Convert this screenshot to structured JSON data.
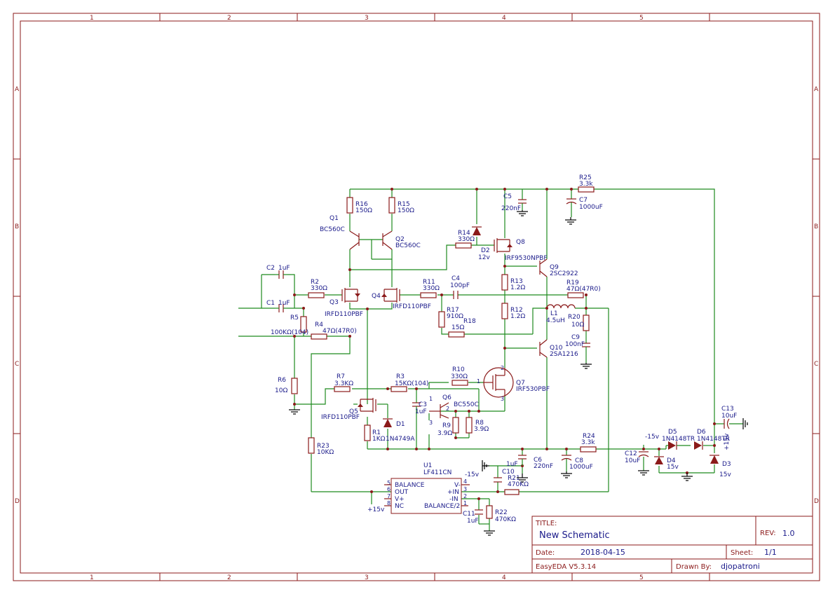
{
  "ruler": {
    "columns": [
      "1",
      "2",
      "3",
      "4",
      "5"
    ],
    "rows": [
      "A",
      "B",
      "C",
      "D"
    ]
  },
  "components": {
    "R25": {
      "ref": "R25",
      "val": "3.3k"
    },
    "C7": {
      "ref": "C7",
      "val": "1000uF"
    },
    "C5": {
      "ref": "C5",
      "val": "220nF"
    },
    "R16": {
      "ref": "R16",
      "val": "150Ω"
    },
    "R15": {
      "ref": "R15",
      "val": "150Ω"
    },
    "Q1": {
      "ref": "Q1",
      "val": "BC560C"
    },
    "Q2": {
      "ref": "Q2",
      "val": "BC560C"
    },
    "R14": {
      "ref": "R14",
      "val": "330Ω"
    },
    "D2": {
      "ref": "D2",
      "val": "12v"
    },
    "Q8": {
      "ref": "Q8",
      "val": "IRF9530NPBF"
    },
    "Q9": {
      "ref": "Q9",
      "val": "2SC2922"
    },
    "C2": {
      "ref": "C2",
      "val": "1uF"
    },
    "C1": {
      "ref": "C1",
      "val": "1uF"
    },
    "R2": {
      "ref": "R2",
      "val": "330Ω"
    },
    "Q3": {
      "ref": "Q3",
      "val": "IRFD110PBF"
    },
    "Q4": {
      "ref": "Q4",
      "val": "IRFD110PBF"
    },
    "R11": {
      "ref": "R11",
      "val": "330Ω"
    },
    "C4": {
      "ref": "C4",
      "val": "100pF"
    },
    "R13": {
      "ref": "R13",
      "val": "1.2Ω"
    },
    "R19": {
      "ref": "R19",
      "val": "47Ω(47R0)"
    },
    "R5": {
      "ref": "R5",
      "val": "100KΩ(104)"
    },
    "R4": {
      "ref": "R4",
      "val": "47Ω(47R0)"
    },
    "R17": {
      "ref": "R17",
      "val": "910Ω"
    },
    "R18": {
      "ref": "R18",
      "val": "15Ω"
    },
    "R12": {
      "ref": "R12",
      "val": "1.2Ω"
    },
    "L1": {
      "ref": "L1",
      "val": "4.5uH"
    },
    "R20": {
      "ref": "R20",
      "val": "10Ω"
    },
    "C9": {
      "ref": "C9",
      "val": "100nF"
    },
    "Q10": {
      "ref": "Q10",
      "val": "2SA1216"
    },
    "R6": {
      "ref": "R6",
      "val": "10Ω"
    },
    "R7": {
      "ref": "R7",
      "val": "3.3KΩ"
    },
    "R3": {
      "ref": "R3",
      "val": "15KΩ(104)"
    },
    "R10": {
      "ref": "R10",
      "val": "330Ω"
    },
    "Q7": {
      "ref": "Q7",
      "val": "IRF530PBF"
    },
    "Q5": {
      "ref": "Q5",
      "val": "IRFD110PBF"
    },
    "C3": {
      "ref": "C3",
      "val": "1uF"
    },
    "Q6": {
      "ref": "Q6",
      "val": "BC550C"
    },
    "R1": {
      "ref": "R1",
      "val": "1KΩ"
    },
    "D1": {
      "ref": "D1",
      "val": "1N4749A"
    },
    "R9": {
      "ref": "R9",
      "val": "3.9Ω"
    },
    "R8": {
      "ref": "R8",
      "val": "3.9Ω"
    },
    "R23": {
      "ref": "R23",
      "val": "10KΩ"
    },
    "R24": {
      "ref": "R24",
      "val": "3.3k"
    },
    "C8": {
      "ref": "C8",
      "val": "1000uF"
    },
    "C6": {
      "ref": "C6",
      "val": "220nF"
    },
    "C10": {
      "ref": "C10",
      "val": "1uF"
    },
    "R21": {
      "ref": "R21",
      "val": "470KΩ"
    },
    "C11": {
      "ref": "C11",
      "val": "1uF"
    },
    "R22": {
      "ref": "R22",
      "val": "470KΩ"
    },
    "C12": {
      "ref": "C12",
      "val": "10uF"
    },
    "D4": {
      "ref": "D4",
      "val": "15v"
    },
    "D5": {
      "ref": "D5",
      "val": "1N4148TR"
    },
    "D6": {
      "ref": "D6",
      "val": "1N4148TR"
    },
    "D3": {
      "ref": "D3",
      "val": "15v"
    },
    "C13": {
      "ref": "C13",
      "val": "10uF"
    }
  },
  "ic": {
    "ref": "U1",
    "part": "LF411CN",
    "pins_left": [
      "BALANCE",
      "OUT",
      "V+",
      "NC"
    ],
    "pins_right": [
      "V-",
      "+IN",
      "-IN",
      "BALANCE/2"
    ],
    "pin_nums_left": [
      "5",
      "6",
      "7",
      "8"
    ],
    "pin_nums_right": [
      "4",
      "3",
      "2",
      "1"
    ]
  },
  "nets": {
    "neg15_a": "-15v",
    "neg15_b": "-15v",
    "pos15_a": "+15v",
    "pos15_b": "+15v"
  },
  "pin_labels": {
    "q6_1": "1",
    "q6_2": "2",
    "q6_3": "3",
    "q7_1": "1",
    "q7_2": "2",
    "q7_3": "3"
  },
  "title_block": {
    "title_label": "TITLE:",
    "title": "New Schematic",
    "rev_label": "REV:",
    "rev": "1.0",
    "date_label": "Date:",
    "date": "2018-04-15",
    "sheet_label": "Sheet:",
    "sheet": "1/1",
    "tool": "EasyEDA V5.3.14",
    "drawn_label": "Drawn By:",
    "drawn_by": "djopatroni"
  }
}
